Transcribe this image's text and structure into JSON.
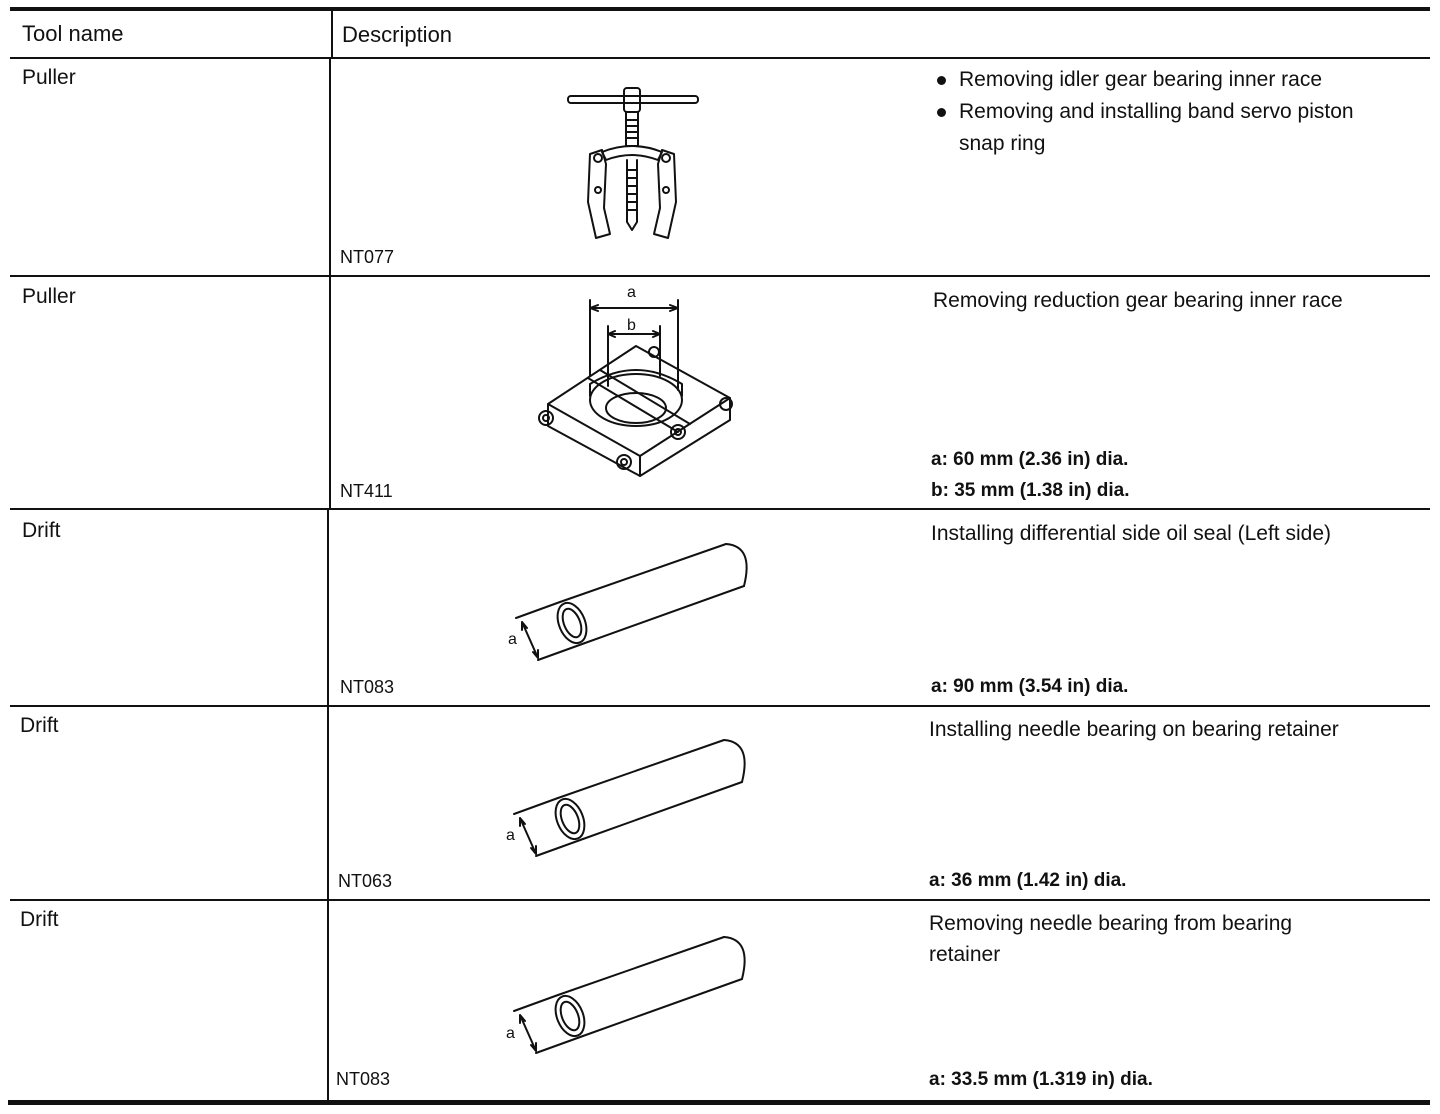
{
  "header": {
    "tool_name": "Tool name",
    "description": "Description"
  },
  "rows": [
    {
      "tool_name": "Puller",
      "code": "NT077",
      "icon": "gear-puller-icon",
      "uses": [
        "Removing idler gear bearing inner race",
        "Removing and installing band servo piston",
        "snap ring"
      ],
      "specs": []
    },
    {
      "tool_name": "Puller",
      "code": "NT411",
      "icon": "bearing-puller-icon",
      "uses": [
        "Removing reduction gear bearing inner race"
      ],
      "dim_labels": [
        "a",
        "b"
      ],
      "specs": [
        "a: 60 mm (2.36 in) dia.",
        "b: 35 mm (1.38 in) dia."
      ]
    },
    {
      "tool_name": "Drift",
      "code": "NT083",
      "icon": "drift-icon",
      "uses": [
        "Installing differential side oil seal (Left side)"
      ],
      "dim_labels": [
        "a"
      ],
      "specs": [
        "a: 90 mm (3.54 in) dia."
      ]
    },
    {
      "tool_name": "Drift",
      "code": "NT063",
      "icon": "drift-icon",
      "uses": [
        "Installing needle bearing on bearing retainer"
      ],
      "dim_labels": [
        "a"
      ],
      "specs": [
        "a: 36 mm (1.42 in) dia."
      ]
    },
    {
      "tool_name": "Drift",
      "code": "NT083",
      "icon": "drift-icon",
      "uses": [
        "Removing needle bearing from bearing",
        "retainer"
      ],
      "dim_labels": [
        "a"
      ],
      "specs": [
        "a: 33.5 mm (1.319 in) dia."
      ]
    }
  ]
}
